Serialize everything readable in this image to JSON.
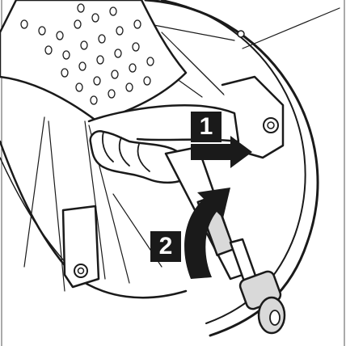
{
  "illustration": {
    "subject": "hand-pulling-release-lever-on-wheel",
    "steps": [
      {
        "label": "1",
        "direction": "right-arrow"
      },
      {
        "label": "2",
        "direction": "curved-rotate-arrow"
      }
    ],
    "colors": {
      "line": "#1a1a1a",
      "badge": "#1a1a1a",
      "badge_text": "#ffffff",
      "background": "#ffffff",
      "shade": "#d9d9d9"
    },
    "icons": [
      "right-arrow-icon",
      "rotate-arrow-icon"
    ]
  }
}
